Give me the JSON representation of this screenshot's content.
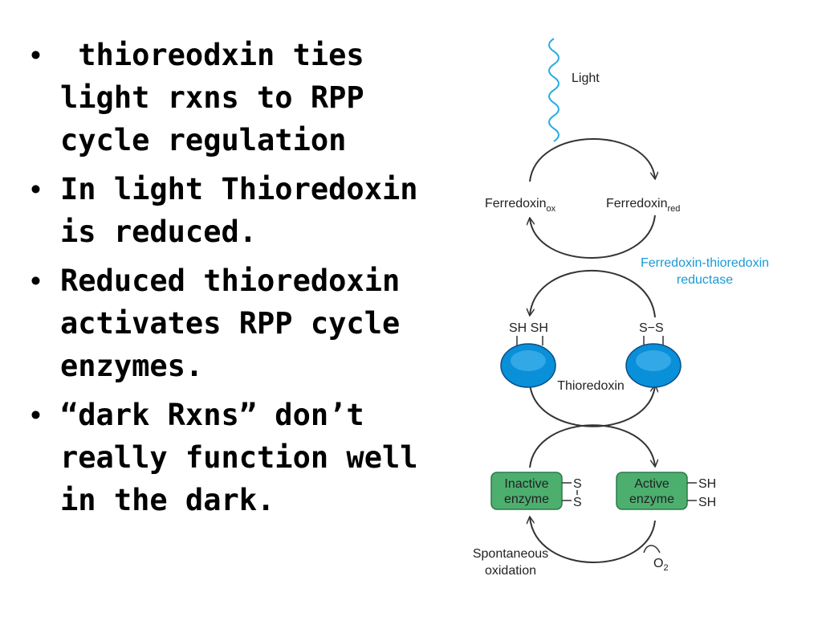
{
  "bullets": [
    {
      "text": " thioreodxin ties light rxns to RPP cycle regulation"
    },
    {
      "text": "In light Thioredoxin is reduced."
    },
    {
      "text": "Reduced thioredoxin activates RPP cycle enzymes."
    },
    {
      "text": "“dark Rxns” don’t really function well in the dark."
    }
  ],
  "bullet_marker": "•",
  "diagram": {
    "light": "Light",
    "ferredoxin_ox": "Ferredoxin",
    "ferredoxin_ox_sub": "ox",
    "ferredoxin_red": "Ferredoxin",
    "ferredoxin_red_sub": "red",
    "reductase_line1": "Ferredoxin-thioredoxin",
    "reductase_line2": "reductase",
    "sh_sh": "SH  SH",
    "s_s": "S−S",
    "thioredoxin": "Thioredoxin",
    "inactive_line1": "Inactive",
    "inactive_line2": "enzyme",
    "inactive_s": "S",
    "active_line1": "Active",
    "active_line2": "enzyme",
    "active_sh": "SH",
    "spontaneous_line1": "Spontaneous",
    "spontaneous_line2": "oxidation",
    "o2": "O",
    "o2_sub": "2",
    "colors": {
      "light_wave": "#29abe2",
      "thioredoxin_blob": "#0a8fd9",
      "enzyme_box": "#4caf6e",
      "reductase_text": "#1a9ad6"
    }
  }
}
